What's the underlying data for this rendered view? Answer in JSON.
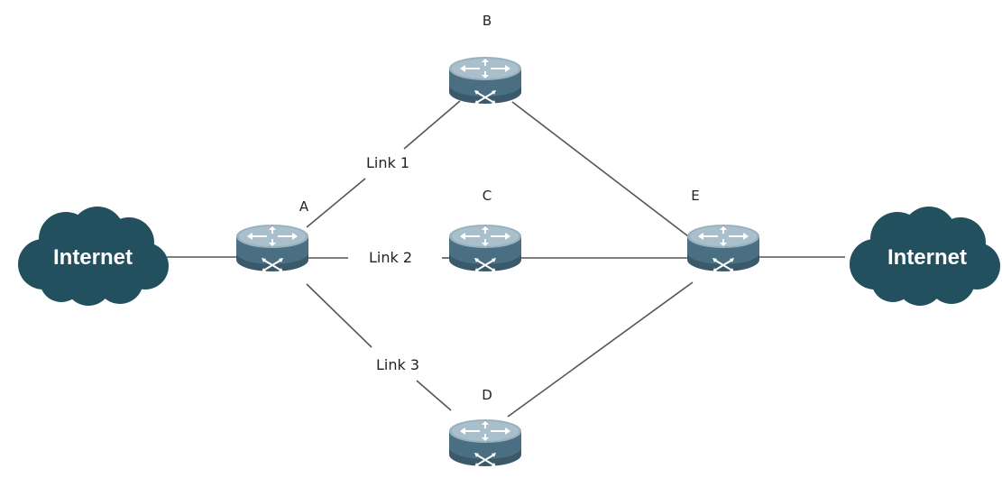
{
  "diagram": {
    "nodes": [
      {
        "id": "A",
        "label": "A",
        "kind": "router"
      },
      {
        "id": "B",
        "label": "B",
        "kind": "router"
      },
      {
        "id": "C",
        "label": "C",
        "kind": "router"
      },
      {
        "id": "D",
        "label": "D",
        "kind": "router"
      },
      {
        "id": "E",
        "label": "E",
        "kind": "router"
      }
    ],
    "clouds": [
      {
        "id": "internet-left",
        "label": "Internet"
      },
      {
        "id": "internet-right",
        "label": "Internet"
      }
    ],
    "links": [
      {
        "from": "A",
        "to": "B",
        "label": "Link 1"
      },
      {
        "from": "A",
        "to": "C",
        "label": "Link 2"
      },
      {
        "from": "A",
        "to": "D",
        "label": "Link 3"
      },
      {
        "from": "B",
        "to": "E"
      },
      {
        "from": "C",
        "to": "E"
      },
      {
        "from": "D",
        "to": "E"
      },
      {
        "from": "internet-left",
        "to": "A"
      },
      {
        "from": "E",
        "to": "internet-right"
      }
    ],
    "colors": {
      "router_body": "#4a6f82",
      "router_dark": "#3a5a6b",
      "router_top": "#98b2c0",
      "cloud": "#23505f",
      "wire": "#555555"
    },
    "icons": {
      "router": "router-icon",
      "cloud": "cloud-icon"
    }
  }
}
